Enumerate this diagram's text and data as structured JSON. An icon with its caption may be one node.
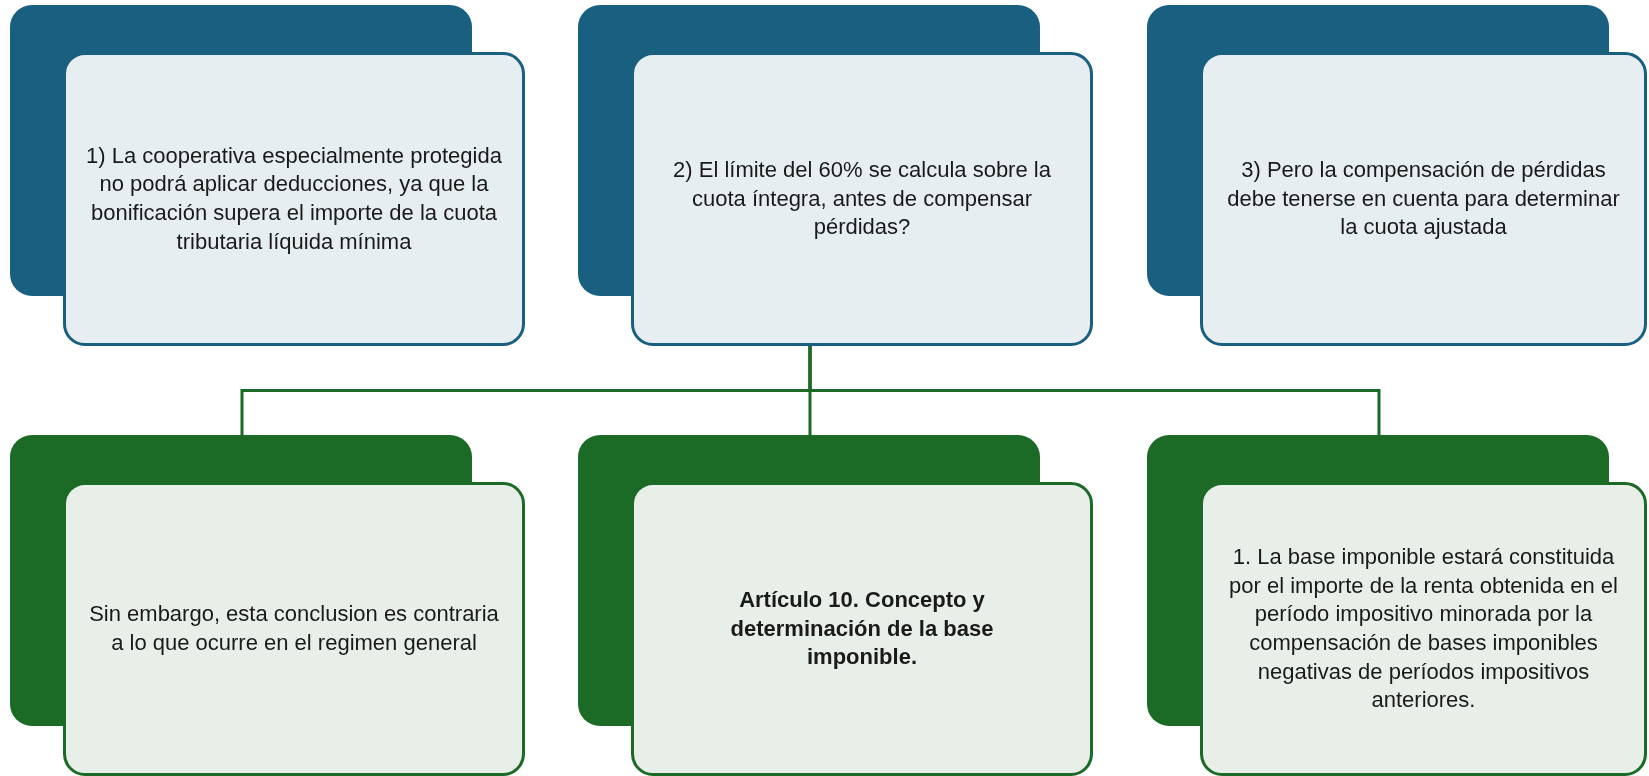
{
  "diagram": {
    "nodes": [
      {
        "text": [
          "1) La cooperativa especialmente protegida no podrá aplicar deducciones, ya que la bonificación supera el importe de la cuota tributaria líquida mínima"
        ]
      },
      {
        "text": [
          "2) El límite del 60% se calcula sobre la cuota íntegra, antes de compensar pérdidas?"
        ]
      },
      {
        "text": [
          "3) Pero la compensación de pérdidas debe tenerse en cuenta para determinar la cuota ajustada"
        ]
      },
      {
        "text": [
          "Sin embargo, esta conclusion es contraria a lo que ocurre en el regimen general"
        ]
      },
      {
        "text": [
          "Artículo 10. Concepto y determinación de la base imponible."
        ]
      },
      {
        "text": [
          "1. La base imponible estará constituida por el importe de la renta obtenida en el período impositivo minorada por la compensación de bases imponibles negativas de períodos impositivos anteriores."
        ]
      }
    ],
    "edges": [
      {
        "from": 1,
        "to": 3,
        "arrow": "none"
      },
      {
        "from": 1,
        "to": 4,
        "arrow": "none"
      },
      {
        "from": 1,
        "to": 5,
        "arrow": "none"
      }
    ]
  }
}
